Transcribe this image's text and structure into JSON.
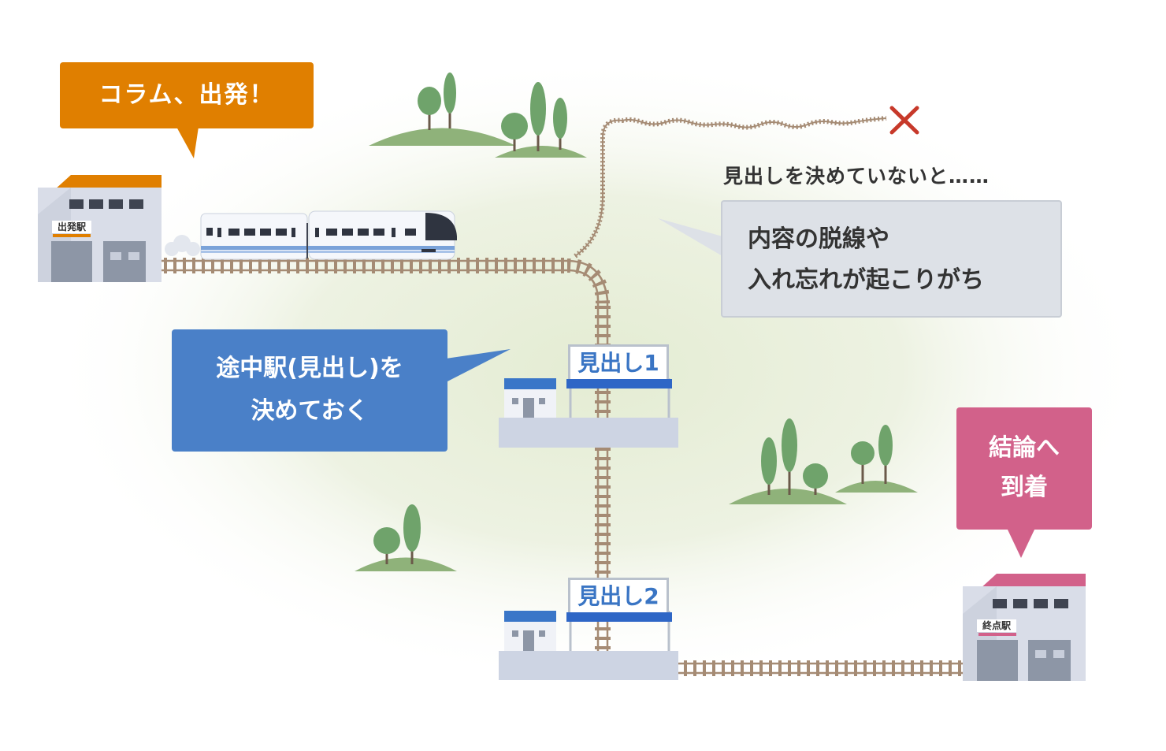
{
  "bubbles": {
    "start": "コラム、出発！",
    "mid_line1": "途中駅(見出し)を",
    "mid_line2": "決めておく",
    "end_line1": "結論へ",
    "end_line2": "到着"
  },
  "warning": {
    "caption": "見出しを決めていないと……",
    "line1": "内容の脱線や",
    "line2": "入れ忘れが起こりがち"
  },
  "stations": {
    "start_label": "出発駅",
    "end_label": "終点駅",
    "heading1": "見出し1",
    "heading2": "見出し2"
  },
  "icons": {
    "dead_end": "cross-icon"
  },
  "colors": {
    "orange": "#e07f00",
    "blue": "#4a80c8",
    "pink": "#d2618a",
    "track": "#a58b74",
    "dead_end": "#c7392a"
  }
}
